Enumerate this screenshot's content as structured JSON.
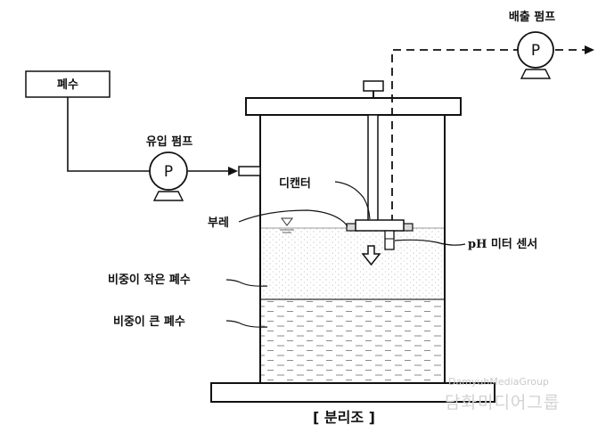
{
  "labels": {
    "wastewater": "폐수",
    "inflow_pump": "유입 펌프",
    "discharge_pump": "배출 펌프",
    "pump_symbol": "P",
    "decanter": "디캔터",
    "float": "부레",
    "ph_sensor": "pH 미터 센서",
    "light_water": "비중이 작은 폐수",
    "heavy_water": "비중이 큰 폐수",
    "caption": "[ 분리조 ]"
  },
  "watermark": {
    "line1": "DamyuhMediaGroup",
    "line2": "담화미디어그룹"
  }
}
